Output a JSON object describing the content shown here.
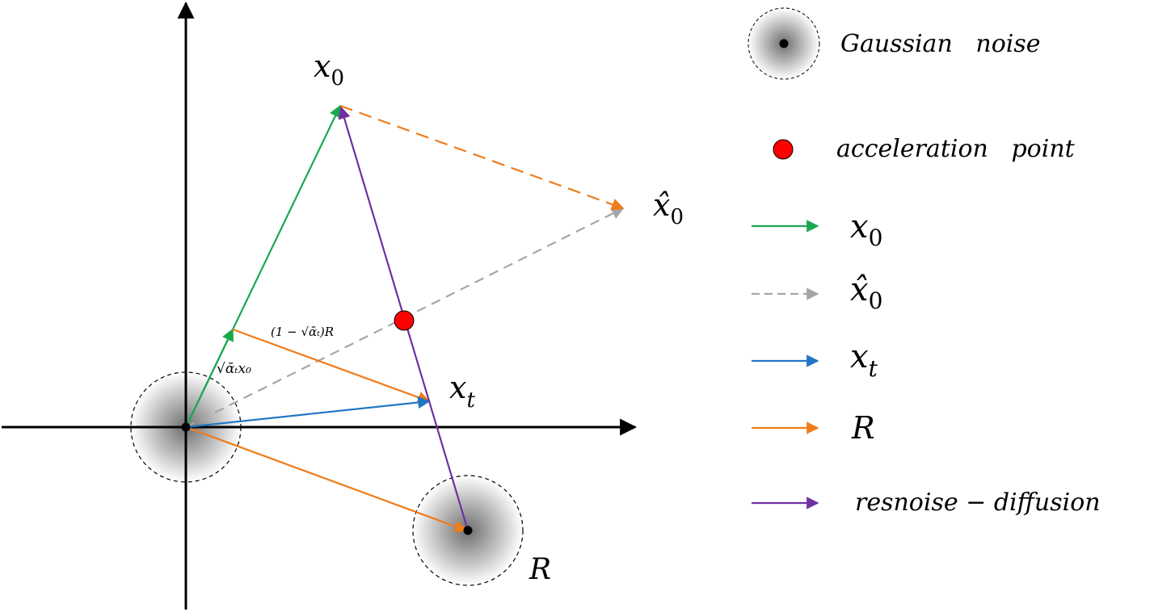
{
  "colors": {
    "x0": "#1aa84e",
    "x0hat": "#a6a6a6",
    "xt": "#1f77c4",
    "R": "#f07c1a",
    "resnoise": "#7030a0",
    "acceleration": "#ff0000",
    "axes": "#000000"
  },
  "labels": {
    "x0_base": "x",
    "x0_sub": "0",
    "x0hat_base": "x̂",
    "x0hat_sub": "0",
    "xt_base": "x",
    "xt_sub": "t",
    "R": "R",
    "sqrt_alpha_x0": "√ᾱₜx₀",
    "one_minus_sqrt_alpha_R": "(1 − √ᾱₜ)R"
  },
  "legend": {
    "gaussian_noise": "Gaussian   noise",
    "acceleration_point": "acceleration   point",
    "x0_base": "x",
    "x0_sub": "0",
    "x0hat_base": "x̂",
    "x0hat_sub": "0",
    "xt_base": "x",
    "xt_sub": "t",
    "R": "R",
    "resnoise_diffusion": "resnoise − diffusion"
  }
}
